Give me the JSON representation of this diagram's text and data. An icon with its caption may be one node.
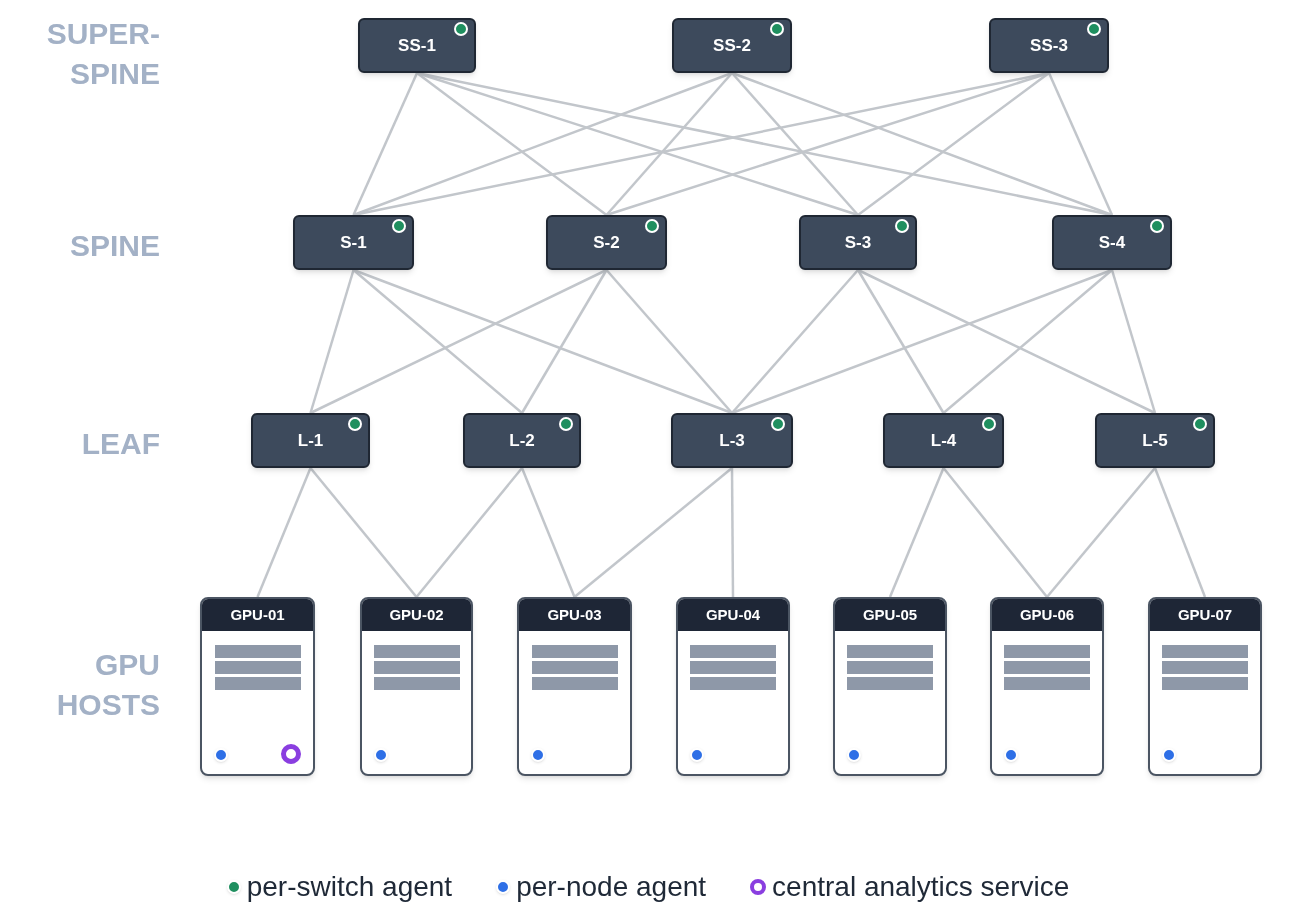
{
  "diagram": {
    "nodes": [
      {
        "text": [
          "SS-1"
        ]
      },
      {
        "text": [
          "SS-2"
        ]
      },
      {
        "text": [
          "SS-3"
        ]
      },
      {
        "text": [
          "S-1"
        ]
      },
      {
        "text": [
          "S-2"
        ]
      },
      {
        "text": [
          "S-3"
        ]
      },
      {
        "text": [
          "S-4"
        ]
      },
      {
        "text": [
          "L-1"
        ]
      },
      {
        "text": [
          "L-2"
        ]
      },
      {
        "text": [
          "L-3"
        ]
      },
      {
        "text": [
          "L-4"
        ]
      },
      {
        "text": [
          "L-5"
        ]
      },
      {
        "text": [
          "GPU-01"
        ]
      },
      {
        "text": [
          "GPU-02"
        ]
      },
      {
        "text": [
          "GPU-03"
        ]
      },
      {
        "text": [
          "GPU-04"
        ]
      },
      {
        "text": [
          "GPU-05"
        ]
      },
      {
        "text": [
          "GPU-06"
        ]
      },
      {
        "text": [
          "GPU-07"
        ]
      }
    ],
    "edges": [
      {
        "from": 0,
        "to": 3,
        "arrow": "none"
      },
      {
        "from": 0,
        "to": 4,
        "arrow": "none"
      },
      {
        "from": 0,
        "to": 5,
        "arrow": "none"
      },
      {
        "from": 0,
        "to": 6,
        "arrow": "none"
      },
      {
        "from": 1,
        "to": 3,
        "arrow": "none"
      },
      {
        "from": 1,
        "to": 4,
        "arrow": "none"
      },
      {
        "from": 1,
        "to": 5,
        "arrow": "none"
      },
      {
        "from": 1,
        "to": 6,
        "arrow": "none"
      },
      {
        "from": 2,
        "to": 3,
        "arrow": "none"
      },
      {
        "from": 2,
        "to": 4,
        "arrow": "none"
      },
      {
        "from": 2,
        "to": 5,
        "arrow": "none"
      },
      {
        "from": 2,
        "to": 6,
        "arrow": "none"
      },
      {
        "from": 3,
        "to": 7,
        "arrow": "none"
      },
      {
        "from": 3,
        "to": 8,
        "arrow": "none"
      },
      {
        "from": 3,
        "to": 9,
        "arrow": "none"
      },
      {
        "from": 4,
        "to": 7,
        "arrow": "none"
      },
      {
        "from": 4,
        "to": 8,
        "arrow": "none"
      },
      {
        "from": 4,
        "to": 9,
        "arrow": "none"
      },
      {
        "from": 5,
        "to": 9,
        "arrow": "none"
      },
      {
        "from": 5,
        "to": 10,
        "arrow": "none"
      },
      {
        "from": 5,
        "to": 11,
        "arrow": "none"
      },
      {
        "from": 6,
        "to": 9,
        "arrow": "none"
      },
      {
        "from": 6,
        "to": 10,
        "arrow": "none"
      },
      {
        "from": 6,
        "to": 11,
        "arrow": "none"
      },
      {
        "from": 7,
        "to": 12,
        "arrow": "none"
      },
      {
        "from": 7,
        "to": 13,
        "arrow": "none"
      },
      {
        "from": 8,
        "to": 13,
        "arrow": "none"
      },
      {
        "from": 8,
        "to": 14,
        "arrow": "none"
      },
      {
        "from": 9,
        "to": 14,
        "arrow": "none"
      },
      {
        "from": 9,
        "to": 15,
        "arrow": "none"
      },
      {
        "from": 10,
        "to": 16,
        "arrow": "none"
      },
      {
        "from": 10,
        "to": 17,
        "arrow": "none"
      },
      {
        "from": 11,
        "to": 17,
        "arrow": "none"
      },
      {
        "from": 11,
        "to": 18,
        "arrow": "none"
      }
    ],
    "labels": [
      "SUPER- SPINE",
      "SPINE",
      "LEAF",
      "GPU HOSTS"
    ],
    "legend": [
      {
        "text": "per-switch agent",
        "color": "#1f8f5f"
      },
      {
        "text": "per-node agent",
        "color": "#2e6fe6"
      },
      {
        "text": "central analytics service",
        "color": "#8a3ee0"
      }
    ]
  }
}
